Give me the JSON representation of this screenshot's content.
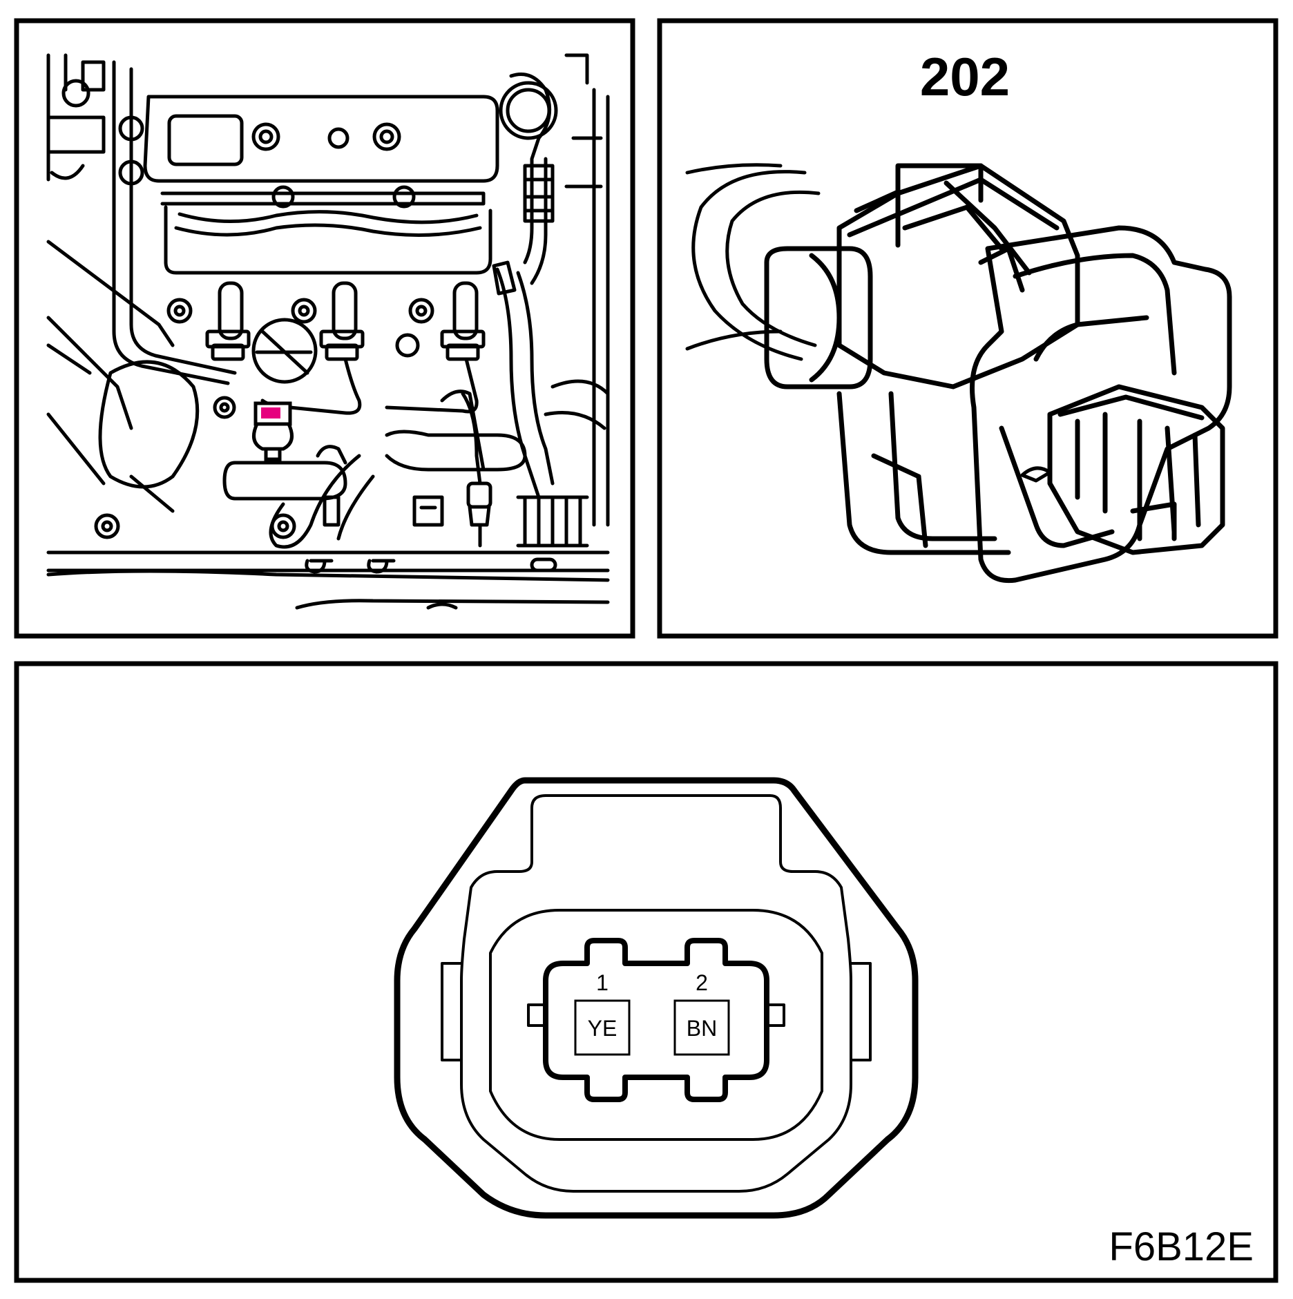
{
  "connector": {
    "number": "202",
    "pins": [
      {
        "number": "1",
        "color_code": "YE"
      },
      {
        "number": "2",
        "color_code": "BN"
      }
    ]
  },
  "figure_id": "F6B12E",
  "colors": {
    "line": "#000000",
    "location_marker": "#e6007e",
    "background": "#ffffff"
  }
}
